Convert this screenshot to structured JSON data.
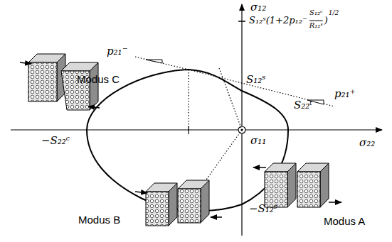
{
  "diagram": {
    "labels": [
      "σ₁₂",
      "p₂₁⁻",
      "S₁₂ˢ(1+2p₁₂⁻",
      "S₁₂ᶜ",
      "R₁₂ˢ",
      ")",
      "1/2",
      "S₁₂ˢ",
      "p₂₁⁺",
      "S₂₂ᵗ",
      "Modus C",
      "−S₂₂ᶜ",
      "σ₁₁",
      "σ₂₂",
      "−S₁₂ˢ",
      "Modus B",
      "Modus A"
    ]
  }
}
